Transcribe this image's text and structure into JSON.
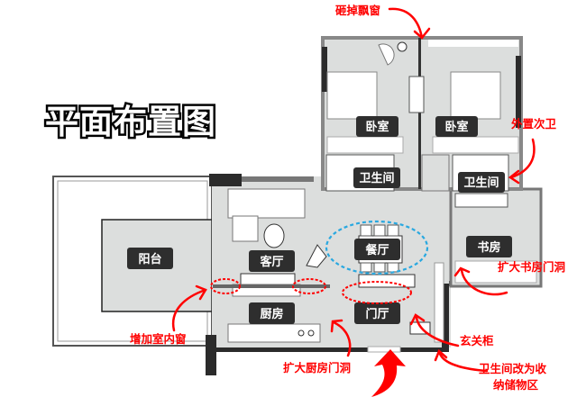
{
  "title": "平面布置图",
  "rooms": {
    "bedroom_left": "卧室",
    "bedroom_right": "卧室",
    "bathroom_left": "卫生间",
    "bathroom_right": "卫生间",
    "balcony": "阳台",
    "living_room": "客厅",
    "dining_room": "餐厅",
    "study": "书房",
    "kitchen": "厨房",
    "foyer": "门厅"
  },
  "annotations": {
    "remove_bay_window": "砸掉飘窗",
    "external_bathroom": "外置次卫",
    "enlarge_study_door": "扩大书房门洞",
    "entry_cabinet": "玄关柜",
    "add_indoor_window": "增加室内窗",
    "enlarge_kitchen_door": "扩大厨房门洞",
    "bathroom_to_storage_1": "卫生间改为收",
    "bathroom_to_storage_2": "纳储物区"
  },
  "colors": {
    "annotation": "#ff0000",
    "dining_highlight": "#29a8e0",
    "floor": "#dcdedd",
    "wall": "#2b2b2b"
  }
}
